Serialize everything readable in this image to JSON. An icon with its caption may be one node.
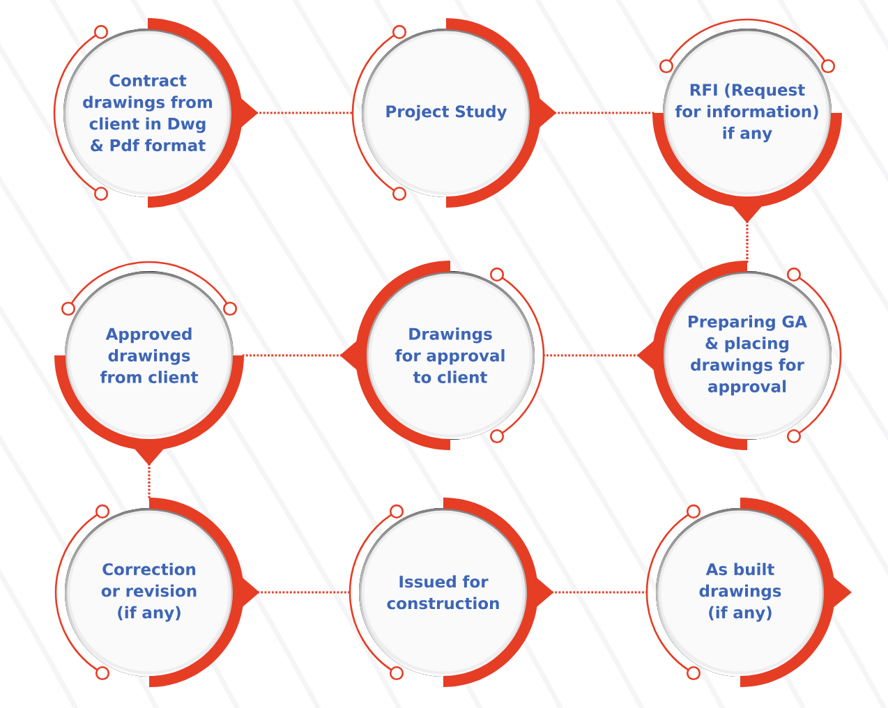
{
  "diagram": {
    "nodes": [
      {
        "text": [
          "Contract drawings from client in Dwg & Pdf format"
        ]
      },
      {
        "text": [
          "Project Study"
        ]
      },
      {
        "text": [
          "RFI (Request for information) if any"
        ]
      },
      {
        "text": [
          "Preparing GA & placing drawings for approval"
        ]
      },
      {
        "text": [
          "Drawings for approval to client"
        ]
      },
      {
        "text": [
          "Approved drawings from client"
        ]
      },
      {
        "text": [
          "Correction or revision (if any)"
        ]
      },
      {
        "text": [
          "Issued for construction"
        ]
      },
      {
        "text": [
          "As built drawings (if any)"
        ]
      }
    ],
    "edges": [
      {
        "from": 0,
        "to": 1,
        "arrow": "to"
      },
      {
        "from": 1,
        "to": 2,
        "arrow": "to"
      },
      {
        "from": 2,
        "to": 3,
        "arrow": "to"
      },
      {
        "from": 3,
        "to": 4,
        "arrow": "to"
      },
      {
        "from": 4,
        "to": 5,
        "arrow": "to"
      },
      {
        "from": 5,
        "to": 6,
        "arrow": "to"
      },
      {
        "from": 6,
        "to": 7,
        "arrow": "to"
      },
      {
        "from": 7,
        "to": 8,
        "arrow": "to"
      }
    ]
  }
}
